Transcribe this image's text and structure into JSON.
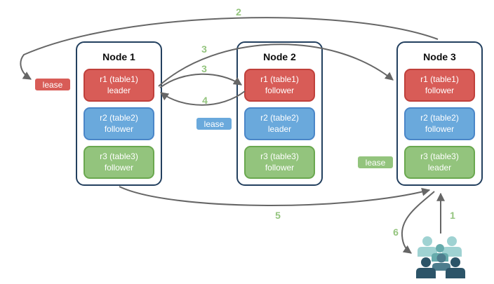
{
  "nodes": [
    {
      "title": "Node 1",
      "replicas": [
        {
          "label": "r1 (table1)",
          "role": "leader",
          "color": "red"
        },
        {
          "label": "r2 (table2)",
          "role": "follower",
          "color": "blue"
        },
        {
          "label": "r3 (table3)",
          "role": "follower",
          "color": "green"
        }
      ]
    },
    {
      "title": "Node 2",
      "replicas": [
        {
          "label": "r1 (table1)",
          "role": "follower",
          "color": "red"
        },
        {
          "label": "r2 (table2)",
          "role": "leader",
          "color": "blue"
        },
        {
          "label": "r3 (table3)",
          "role": "follower",
          "color": "green"
        }
      ]
    },
    {
      "title": "Node 3",
      "replicas": [
        {
          "label": "r1 (table1)",
          "role": "follower",
          "color": "red"
        },
        {
          "label": "r2 (table2)",
          "role": "follower",
          "color": "blue"
        },
        {
          "label": "r3 (table3)",
          "role": "leader",
          "color": "green"
        }
      ]
    }
  ],
  "leases": [
    {
      "label": "lease",
      "color": "red"
    },
    {
      "label": "lease",
      "color": "blue"
    },
    {
      "label": "lease",
      "color": "green"
    }
  ],
  "arrow_labels": {
    "n1": "1",
    "n2": "2",
    "n3_long": "3",
    "n3_short": "3",
    "n4": "4",
    "n5": "5",
    "n6": "6"
  },
  "palette": {
    "red_fill": "#d85c57",
    "red_stroke": "#c0403b",
    "blue_fill": "#6aa9dc",
    "blue_stroke": "#4a86c8",
    "green_fill": "#93c47d",
    "green_stroke": "#6aa84f",
    "node_border": "#23405f",
    "arrow_gray": "#666666",
    "label_green": "#93c47d",
    "crowd_light_teal": "#9fd2d2",
    "crowd_mid_teal": "#66abac",
    "crowd_slate": "#4e7d8d",
    "crowd_dark_teal": "#2c5468"
  }
}
